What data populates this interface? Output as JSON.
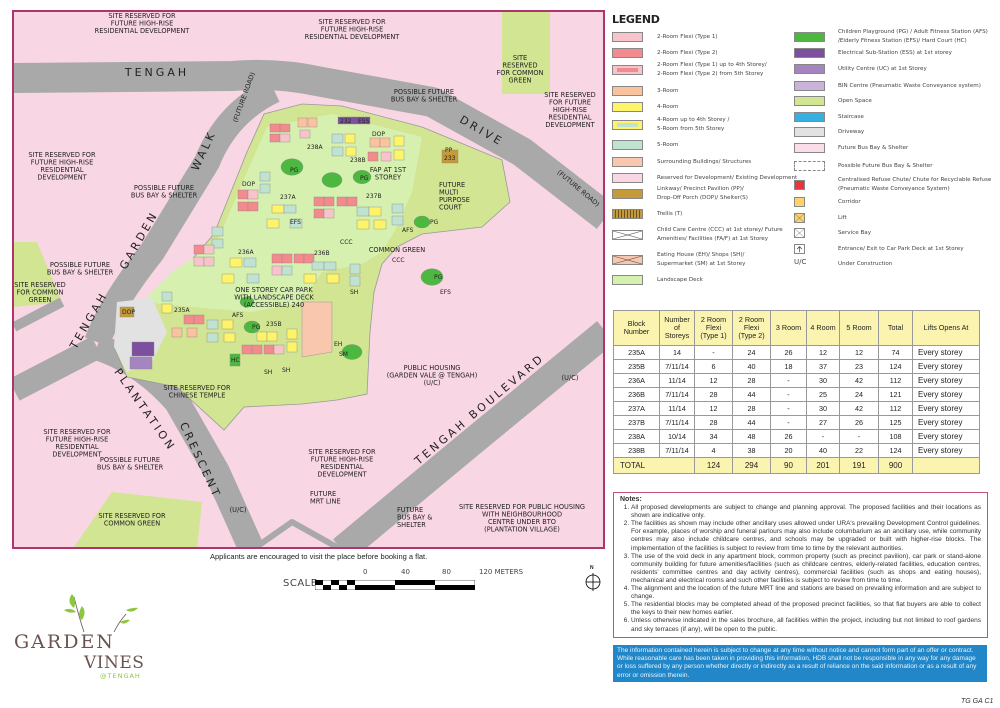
{
  "map": {
    "labels": {
      "top1": [
        "SITE RESERVED FOR",
        "FUTURE HIGH-RISE",
        "RESIDENTIAL DEVELOPMENT"
      ],
      "top2": [
        "SITE RESERVED FOR",
        "FUTURE HIGH-RISE",
        "RESIDENTIAL DEVELOPMENT"
      ],
      "cg_top": [
        "SITE",
        "RESERVED",
        "FOR COMMON",
        "GREEN"
      ],
      "right1": [
        "SITE RESERVED",
        "FOR FUTURE",
        "HIGH-RISE",
        "RESIDENTIAL",
        "DEVELOPMENT"
      ],
      "bus_top": [
        "POSSIBLE FUTURE",
        "BUS BAY & SHELTER"
      ],
      "left1": [
        "SITE RESERVED FOR",
        "FUTURE HIGH-RISE",
        "RESIDENTIAL",
        "DEVELOPMENT"
      ],
      "bus_left": [
        "POSSIBLE FUTURE",
        "BUS BAY & SHELTER"
      ],
      "bus_left2": [
        "POSSIBLE FUTURE",
        "BUS BAY & SHELTER"
      ],
      "cg_left": [
        "SITE RESERVED",
        "FOR COMMON",
        "GREEN"
      ],
      "temple": [
        "SITE RESERVED FOR",
        "CHINESE TEMPLE"
      ],
      "public_housing": [
        "PUBLIC HOUSING",
        "(GARDEN VALE @ TENGAH)",
        "(U/C)"
      ],
      "left2": [
        "SITE RESERVED FOR",
        "FUTURE HIGH-RISE",
        "RESIDENTIAL",
        "DEVELOPMENT"
      ],
      "bus_bl": [
        "POSSIBLE FUTURE",
        "BUS BAY & SHELTER"
      ],
      "mid_bottom": [
        "SITE RESERVED FOR",
        "FUTURE HIGH-RISE",
        "RESIDENTIAL",
        "DEVELOPMENT"
      ],
      "mrt": [
        "FUTURE",
        "MRT LINE"
      ],
      "cg_bottom": [
        "SITE RESERVED FOR",
        "COMMON GREEN"
      ],
      "bus_bottom": [
        "FUTURE",
        "BUS BAY &",
        "SHELTER"
      ],
      "bto": [
        "SITE RESERVED FOR PUBLIC HOUSING",
        "WITH NEIGHBOURHOOD",
        "CENTRE UNDER BTO",
        "(PLANTATION VILLAGE)"
      ],
      "carpark": [
        "ONE STOREY CAR PARK",
        "WITH LANDSCAPE DECK",
        "(ACCESSIBLE)  240"
      ],
      "common_green": [
        "COMMON GREEN"
      ],
      "mpc": [
        "FUTURE",
        "MULTI",
        "PURPOSE",
        "COURT"
      ],
      "fap": [
        "FAP AT 1ST",
        "STOREY"
      ],
      "uc1": [
        "(U/C)"
      ],
      "uc2": [
        "(U/C)"
      ],
      "fr1": [
        "(FUTURE ROAD)"
      ],
      "fr2": [
        "(FUTURE ROAD)"
      ]
    },
    "roads": {
      "tengah_top": "TENGAH",
      "drive": "DRIVE",
      "walk": "WALK",
      "garden": "GARDEN",
      "tengah_left": "TENGAH",
      "plantation": "PLANTATION",
      "crescent": "CRESCENT",
      "boulevard": "TENGAH  BOULEVARD"
    },
    "blocks": [
      "235A",
      "235B",
      "236A",
      "236B",
      "237A",
      "237B",
      "238A",
      "238B"
    ],
    "facilities": [
      "PP",
      "233",
      "ESS",
      "232",
      "DOP",
      "DOP",
      "DOP",
      "PG",
      "PG",
      "PG",
      "PG",
      "PG",
      "EFS",
      "EFS",
      "AFS",
      "AFS",
      "HC",
      "EH",
      "SM",
      "SH",
      "SH",
      "SH",
      "CCC",
      "CCC"
    ],
    "applicants_note": "Applicants are encouraged to visit the place before booking a flat.",
    "scale": {
      "label": "SCALE",
      "ticks": [
        "0",
        "40",
        "80",
        "120 METERS"
      ]
    },
    "north_label": "N"
  },
  "logo": {
    "line1": "GARDEN",
    "line2": "VINES",
    "line3": "@TENGAH"
  },
  "legend": {
    "title": "LEGEND",
    "left": [
      {
        "label": "2-Room Flexi (Type 1)",
        "color": "#f8c4cc"
      },
      {
        "label": "2-Room Flexi (Type 2)",
        "color": "#f28a8e"
      },
      {
        "label": "2-Room Flexi (Type 1) up to 4th Storey/\n2-Room Flexi (Type 2) from 5th Storey",
        "color": "#f8c4cc",
        "inner": "#f28a8e"
      },
      {
        "label": "3-Room",
        "color": "#f9c39e"
      },
      {
        "label": "4-Room",
        "color": "#fdf46a"
      },
      {
        "label": "4-Room up to 4th Storey /\n5-Room from 5th Storey",
        "color": "#fdf46a",
        "inner": "#bfe3d0"
      },
      {
        "label": "5-Room",
        "color": "#bfe3d0"
      },
      {
        "label": "Surrounding Buildings/ Structures",
        "color": "#f8c7ae"
      },
      {
        "label": "Reserved for Development/ Existing Development",
        "color": "#f9d6e3"
      },
      {
        "label": "Linkway/ Precinct Pavilion (PP)/\nDrop-Off Porch (DOP)/ Shelter(S)",
        "color": "#c49a3a"
      },
      {
        "label": "Trellis (T)",
        "color": "#c49a3a",
        "pattern": "trellis"
      },
      {
        "label": "Child Care Centre (CCC) at 1st storey/ Future\nAmenities/ Facilities (FA/F) at 1st Storey",
        "color": "#ffffff",
        "pattern": "cross"
      },
      {
        "label": "Eating House (EH)/ Shops (SH)/\nSupermarket (SM) at 1st Storey",
        "color": "#f8c7ae",
        "pattern": "cross"
      },
      {
        "label": "Landscape Deck",
        "color": "#d6f0b0"
      }
    ],
    "right": [
      {
        "label": "Children Playground (PG) / Adult Fitness Station (AFS)\n/Elderly Fitness Station (EFS)/ Hard Court (HC)",
        "color": "#4cb840"
      },
      {
        "label": "Electrical Sub-Station (ESS) at 1st storey",
        "color": "#7e4f9e"
      },
      {
        "label": "Utility Centre (UC) at 1st Storey",
        "color": "#a585c0"
      },
      {
        "label": "BIN Centre (Pneumatic Waste Conveyance system)",
        "color": "#c9b3d9"
      },
      {
        "label": "Open Space",
        "color": "#d2e593"
      },
      {
        "label": "Staircase",
        "color": "#36b0e0"
      },
      {
        "label": "Driveway",
        "color": "#e2e2e2"
      },
      {
        "label": "Future Bus Bay & Shelter",
        "color": "#fbdce9"
      },
      {
        "label": "Possible Future Bus Bay & Shelter",
        "color": "#ffffff",
        "pattern": "dashed"
      },
      {
        "label": "Centralised Refuse Chute/ Chute for Recyclable Refuse\n(Pneumatic Waste Conveyance System)",
        "color": "#e8343c",
        "small": true
      },
      {
        "label": "Corridor",
        "color": "#fdd36a",
        "small": true
      },
      {
        "label": "Lift",
        "color": "#fdd36a",
        "small": true,
        "pattern": "cross"
      },
      {
        "label": "Service Bay",
        "color": "#ffffff",
        "small": true,
        "pattern": "cross"
      },
      {
        "label": "Entrance/ Exit to Car Park Deck at 1st Storey",
        "color": "#ffffff",
        "small": true,
        "pattern": "arrow"
      },
      {
        "label": "Under Construction",
        "symbol": "U/C"
      }
    ]
  },
  "units_table": {
    "headers": [
      "Block Number",
      "Number of Storeys",
      "2 Room Flexi (Type 1)",
      "2 Room Flexi (Type 2)",
      "3 Room",
      "4 Room",
      "5 Room",
      "Total",
      "Lifts Opens At"
    ],
    "rows": [
      [
        "235A",
        "14",
        "-",
        "24",
        "26",
        "12",
        "12",
        "74",
        "Every storey"
      ],
      [
        "235B",
        "7/11/14",
        "6",
        "40",
        "18",
        "37",
        "23",
        "124",
        "Every storey"
      ],
      [
        "236A",
        "11/14",
        "12",
        "28",
        "-",
        "30",
        "42",
        "112",
        "Every storey"
      ],
      [
        "236B",
        "7/11/14",
        "28",
        "44",
        "-",
        "25",
        "24",
        "121",
        "Every storey"
      ],
      [
        "237A",
        "11/14",
        "12",
        "28",
        "-",
        "30",
        "42",
        "112",
        "Every storey"
      ],
      [
        "237B",
        "7/11/14",
        "28",
        "44",
        "-",
        "27",
        "26",
        "125",
        "Every storey"
      ],
      [
        "238A",
        "10/14",
        "34",
        "48",
        "26",
        "-",
        "-",
        "108",
        "Every storey"
      ],
      [
        "238B",
        "7/11/14",
        "4",
        "38",
        "20",
        "40",
        "22",
        "124",
        "Every storey"
      ]
    ],
    "total": [
      "TOTAL",
      "124",
      "294",
      "90",
      "201",
      "191",
      "900",
      ""
    ]
  },
  "notes": {
    "title": "Notes:",
    "items": [
      "All proposed developments are subject to change and planning approval. The proposed facilities and their locations as shown are indicative only.",
      "The facilities as shown may include other ancillary uses allowed under URA's prevailing Development Control guidelines. For example, places of worship and funeral parlours may also include columbarium as an ancillary use, while community centres may also include childcare centres, and schools may be upgraded or built with higher-rise blocks. The implementation of the facilities is subject to review from time to time by the relevant authorities.",
      "The use of the void deck in any apartment block, common property (such as precinct pavilion), car park or stand-alone community building for future amenities/facilities (such as childcare centres, elderly-related facilities, education centres, residents' committee centres and day activity centres), commercial facilities (such as shops and eating houses), mechanical and electrical rooms and such other facilities is subject to review from time to time.",
      "The alignment and the location of the future MRT line and stations are based on prevailing information and are subject to change.",
      "The residential blocks may be completed ahead of the proposed precinct facilities, so that flat buyers are able to collect the keys to their new homes earlier.",
      "Unless otherwise indicated in the sales brochure, all facilities within the project, including but not limited to roof gardens and sky terraces (if any), will be open to the public."
    ]
  },
  "disclaimer": "The information contained herein is subject to change at any time without notice and cannot form part of an offer or contract. While reasonable care has been taken in providing this information, HDB shall not be responsible in any way for any damage or loss suffered by any person whether directly or indirectly as a result of reliance on the said information or as a result of any error or omission therein.",
  "doc_ref": "TG GA C1",
  "colors": {
    "frame": "#b0336e",
    "reserved": "#f9d6e3",
    "road": "#a9a9a9",
    "site": "#d2e593",
    "deck": "#d6f0b0",
    "disclaimer_bg": "#2187c8"
  }
}
